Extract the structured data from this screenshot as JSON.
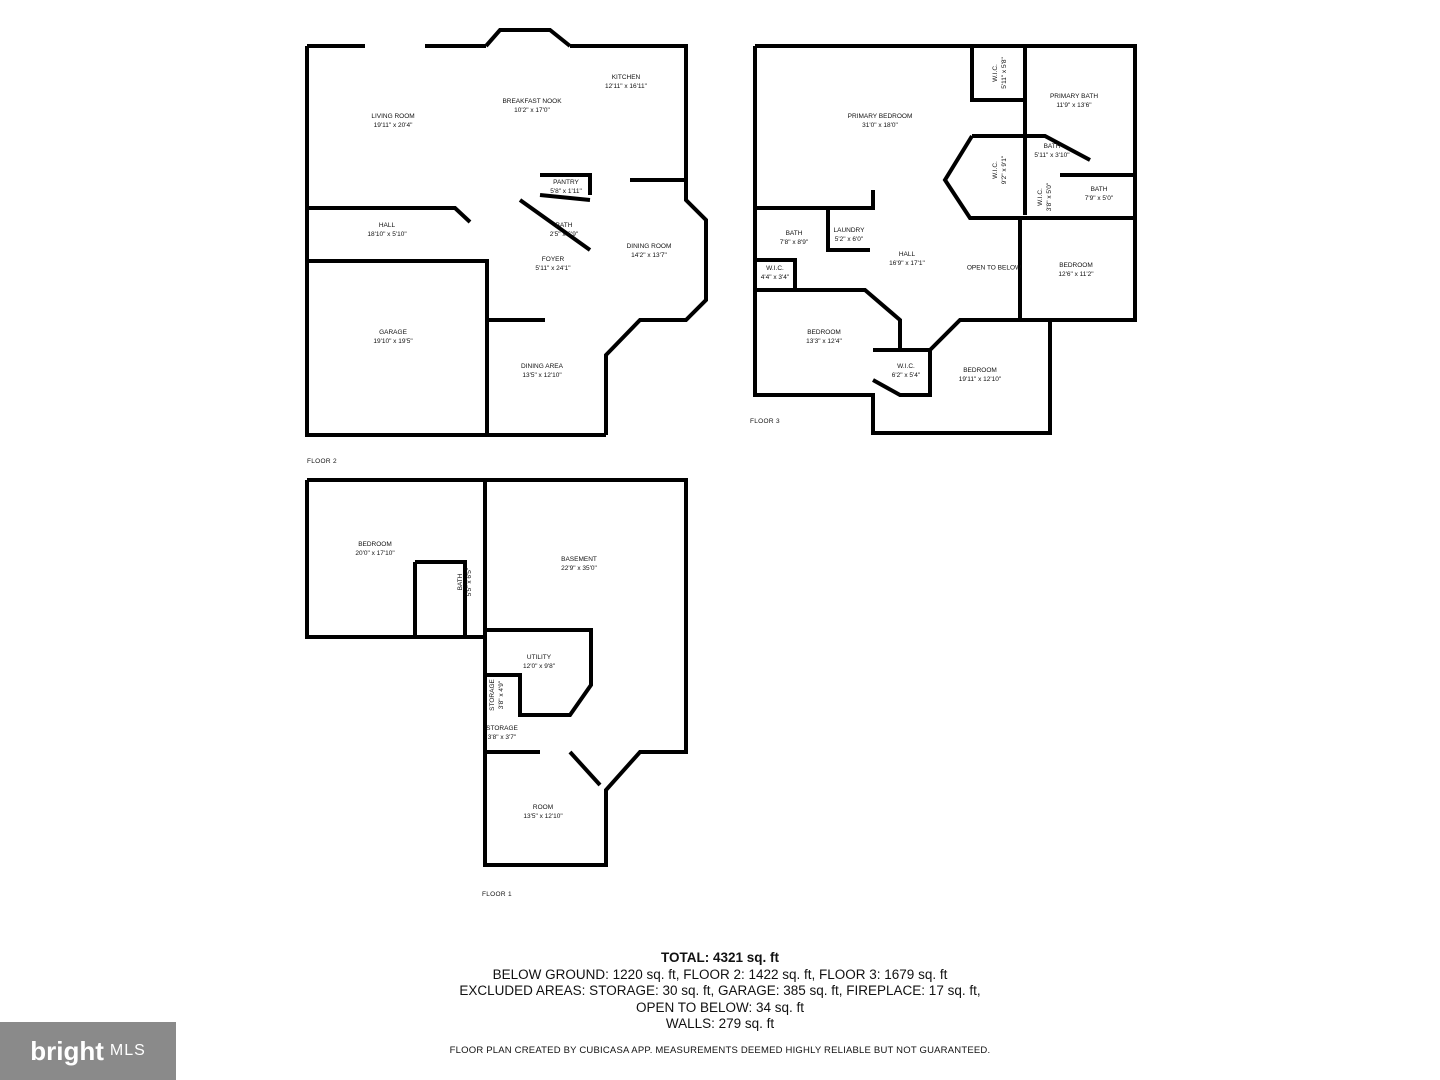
{
  "floors": [
    {
      "label": "FLOOR 2",
      "rooms": [
        {
          "name": "LIVING ROOM",
          "size": "19'11\" x 20'4\""
        },
        {
          "name": "BREAKFAST NOOK",
          "size": "10'2\" x 17'0\""
        },
        {
          "name": "KITCHEN",
          "size": "12'11\" x 16'11\""
        },
        {
          "name": "PANTRY",
          "size": "5'8\" x 1'11\""
        },
        {
          "name": "BATH",
          "size": "2'5\" x 6'9\""
        },
        {
          "name": "HALL",
          "size": "18'10\" x 5'10\""
        },
        {
          "name": "FOYER",
          "size": "5'11\" x 24'1\""
        },
        {
          "name": "DINING ROOM",
          "size": "14'2\" x 13'7\""
        },
        {
          "name": "GARAGE",
          "size": "19'10\" x 19'5\""
        },
        {
          "name": "DINING AREA",
          "size": "13'5\" x 12'10\""
        }
      ]
    },
    {
      "label": "FLOOR 3",
      "rooms": [
        {
          "name": "PRIMARY BEDROOM",
          "size": "31'0\" x 18'0\""
        },
        {
          "name": "W.I.C.",
          "size": "5'11\" x 5'8\""
        },
        {
          "name": "PRIMARY BATH",
          "size": "11'9\" x 13'6\""
        },
        {
          "name": "W.I.C.",
          "size": "9'2\" x 9'1\""
        },
        {
          "name": "BATH",
          "size": "5'11\" x 3'10\""
        },
        {
          "name": "W.I.C.",
          "size": "3'8\" x 5'0\""
        },
        {
          "name": "BATH",
          "size": "7'9\" x 5'0\""
        },
        {
          "name": "BATH",
          "size": "7'8\" x 8'9\""
        },
        {
          "name": "LAUNDRY",
          "size": "5'2\" x 6'0\""
        },
        {
          "name": "W.I.C.",
          "size": "4'4\" x 3'4\""
        },
        {
          "name": "HALL",
          "size": "16'9\" x 17'1\""
        },
        {
          "name": "OPEN TO BELOW",
          "size": ""
        },
        {
          "name": "BEDROOM",
          "size": "12'6\" x 11'2\""
        },
        {
          "name": "BEDROOM",
          "size": "13'3\" x 12'4\""
        },
        {
          "name": "W.I.C.",
          "size": "6'2\" x 5'4\""
        },
        {
          "name": "BEDROOM",
          "size": "19'11\" x 12'10\""
        }
      ]
    },
    {
      "label": "FLOOR 1",
      "rooms": [
        {
          "name": "BEDROOM",
          "size": "20'0\" x 17'10\""
        },
        {
          "name": "BATH",
          "size": "5'5\" x 6'5\""
        },
        {
          "name": "BASEMENT",
          "size": "22'9\" x 35'0\""
        },
        {
          "name": "UTILITY",
          "size": "12'0\" x 9'8\""
        },
        {
          "name": "STORAGE",
          "size": "3'8\" x 4'9\""
        },
        {
          "name": "STORAGE",
          "size": "3'8\" x 3'7\""
        },
        {
          "name": "ROOM",
          "size": "13'5\" x 12'10\""
        }
      ]
    }
  ],
  "summary": {
    "total": "TOTAL: 4321 sq. ft",
    "line1": "BELOW GROUND: 1220 sq. ft, FLOOR 2: 1422 sq. ft, FLOOR 3: 1679 sq. ft",
    "line2": "EXCLUDED AREAS: STORAGE: 30 sq. ft, GARAGE: 385 sq. ft, FIREPLACE: 17 sq. ft,",
    "line3": "OPEN TO BELOW: 34 sq. ft",
    "line4": "WALLS: 279 sq. ft"
  },
  "disclaimer": "FLOOR PLAN CREATED BY CUBICASA APP. MEASUREMENTS DEEMED HIGHLY RELIABLE BUT NOT GUARANTEED.",
  "logo": {
    "text_bold": "bright",
    "text": "MLS"
  },
  "colors": {
    "wall": "#000000",
    "logo_bg": "#8a8a8a"
  }
}
